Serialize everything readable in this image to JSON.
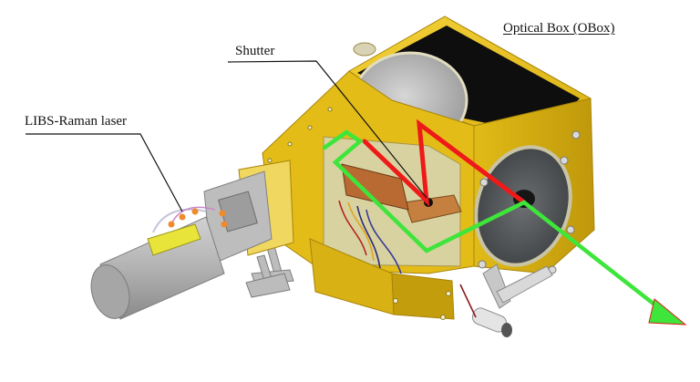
{
  "figure": {
    "description": "CAD render of LIBS-Raman laser mounted to Optical Box with beam path",
    "labels": {
      "optical_box": "Optical Box (OBox)",
      "shutter": "Shutter",
      "laser": "LIBS-Raman laser"
    },
    "beam_paths": [
      {
        "name": "outgoing-beam",
        "color": "#3ee53a",
        "description": "green laser path exiting the OBox with arrow"
      },
      {
        "name": "internal-beam",
        "color": "#ee1a1a",
        "description": "red path between shutter and mirrors"
      }
    ],
    "colors": {
      "housing_yellow": "#e8c21a",
      "housing_shadow": "#b8940c",
      "laser_gray": "#a9a9a9",
      "window_dark": "#111111",
      "mirror_gray": "#b9b9b9",
      "connector_yellow": "#e6e234",
      "background": "#ffffff"
    }
  }
}
